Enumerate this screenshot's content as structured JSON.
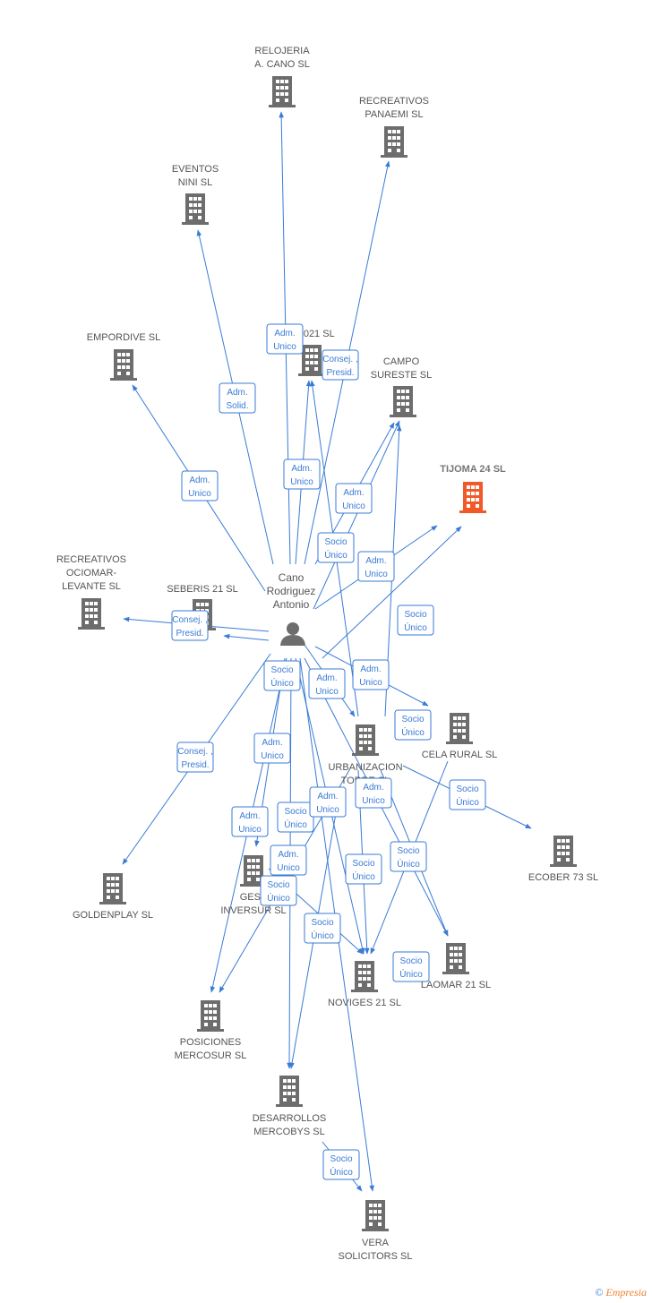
{
  "colors": {
    "edge": "#3a7bd5",
    "building": "#6d6d6d",
    "highlight": "#f05a28"
  },
  "person": {
    "name_lines": [
      "Cano",
      "Rodriguez",
      "Antonio"
    ]
  },
  "companies": [
    {
      "id": "relojeria",
      "lines": [
        "RELOJERIA",
        "A.  CANO  SL"
      ]
    },
    {
      "id": "recreativos-panaemi",
      "lines": [
        "RECREATIVOS",
        "PANAEMI SL"
      ]
    },
    {
      "id": "eventos-nini",
      "lines": [
        "EVENTOS",
        "NINI  SL"
      ]
    },
    {
      "id": "empordive",
      "lines": [
        "EMPORDIVE SL"
      ]
    },
    {
      "id": "x2021",
      "lines": [
        "S 2021  SL"
      ]
    },
    {
      "id": "campo-sureste",
      "lines": [
        "CAMPO",
        "SURESTE  SL"
      ]
    },
    {
      "id": "tijoma",
      "lines": [
        "TIJOMA 24  SL"
      ],
      "highlight": true
    },
    {
      "id": "recreativos-ociomar",
      "lines": [
        "RECREATIVOS",
        "OCIOMAR-",
        "LEVANTE SL"
      ]
    },
    {
      "id": "seberis",
      "lines": [
        "SEBERIS 21  SL"
      ]
    },
    {
      "id": "cela-rural",
      "lines": [
        "CELA RURAL SL"
      ]
    },
    {
      "id": "urbanizacion",
      "lines": [
        "URBANIZACION",
        "TORRE         SL"
      ]
    },
    {
      "id": "ecober",
      "lines": [
        "ECOBER 73  SL"
      ]
    },
    {
      "id": "goldenplay",
      "lines": [
        "GOLDENPLAY SL"
      ]
    },
    {
      "id": "gesp",
      "lines": [
        "GESP",
        "INVERSUR SL"
      ]
    },
    {
      "id": "laomar",
      "lines": [
        "LAOMAR 21 SL"
      ]
    },
    {
      "id": "noviges",
      "lines": [
        "NOVIGES 21  SL"
      ]
    },
    {
      "id": "posiciones",
      "lines": [
        "POSICIONES",
        "MERCOSUR  SL"
      ]
    },
    {
      "id": "desarrollos",
      "lines": [
        "DESARROLLOS",
        "MERCOBYS  SL"
      ]
    },
    {
      "id": "vera",
      "lines": [
        "VERA",
        "SOLICITORS SL"
      ]
    }
  ],
  "relations": [
    {
      "id": "r-relojeria",
      "lines": [
        "Adm.",
        "Unico"
      ]
    },
    {
      "id": "r-panaemi",
      "lines": [
        "Consej. ,",
        "Presid."
      ]
    },
    {
      "id": "r-eventos",
      "lines": [
        "Adm.",
        "Solid."
      ]
    },
    {
      "id": "r-empordive",
      "lines": [
        "Adm.",
        "Unico"
      ]
    },
    {
      "id": "r-2021",
      "lines": [
        "Adm.",
        "Unico"
      ]
    },
    {
      "id": "r-campo",
      "lines": [
        "Adm.",
        "Unico"
      ]
    },
    {
      "id": "r-socio-urb-top",
      "lines": [
        "Socio",
        "Único"
      ]
    },
    {
      "id": "r-tijoma",
      "lines": [
        "Adm.",
        "Unico"
      ]
    },
    {
      "id": "r-tijoma-socio",
      "lines": [
        "Socio",
        "Único"
      ]
    },
    {
      "id": "r-ociomar",
      "lines": [
        "Consej. ,",
        "Presid."
      ]
    },
    {
      "id": "r-socio-center",
      "lines": [
        "Socio",
        "Único"
      ]
    },
    {
      "id": "r-adm-center",
      "lines": [
        "Adm.",
        "Unico"
      ]
    },
    {
      "id": "r-adm-right",
      "lines": [
        "Adm.",
        "Unico"
      ]
    },
    {
      "id": "r-cela",
      "lines": [
        "Socio",
        "Único"
      ]
    },
    {
      "id": "r-goldenplay",
      "lines": [
        "Consej. ,",
        "Presid."
      ]
    },
    {
      "id": "r-adm-left",
      "lines": [
        "Adm.",
        "Unico"
      ]
    },
    {
      "id": "r-ecober",
      "lines": [
        "Socio",
        "Único"
      ]
    },
    {
      "id": "r-adm-lower",
      "lines": [
        "Adm.",
        "Unico"
      ]
    },
    {
      "id": "r-socio-mid",
      "lines": [
        "Socio",
        "Único"
      ]
    },
    {
      "id": "r-adm-mid",
      "lines": [
        "Adm.",
        "Unico"
      ]
    },
    {
      "id": "r-adm-urb",
      "lines": [
        "Adm.",
        "Unico"
      ]
    },
    {
      "id": "r-adm-gesp",
      "lines": [
        "Adm.",
        "Unico"
      ]
    },
    {
      "id": "r-socio-gesp",
      "lines": [
        "Socio",
        "Único"
      ]
    },
    {
      "id": "r-socio-noviges",
      "lines": [
        "Socio",
        "Único"
      ]
    },
    {
      "id": "r-socio-laomar",
      "lines": [
        "Socio",
        "Único"
      ]
    },
    {
      "id": "r-socio-lower",
      "lines": [
        "Socio",
        "Único"
      ]
    },
    {
      "id": "r-socio-laomar2",
      "lines": [
        "Socio",
        "Único"
      ]
    },
    {
      "id": "r-socio-vera",
      "lines": [
        "Socio",
        "Único"
      ]
    }
  ],
  "footer": {
    "copyright": "©",
    "brand": "Empresia"
  }
}
